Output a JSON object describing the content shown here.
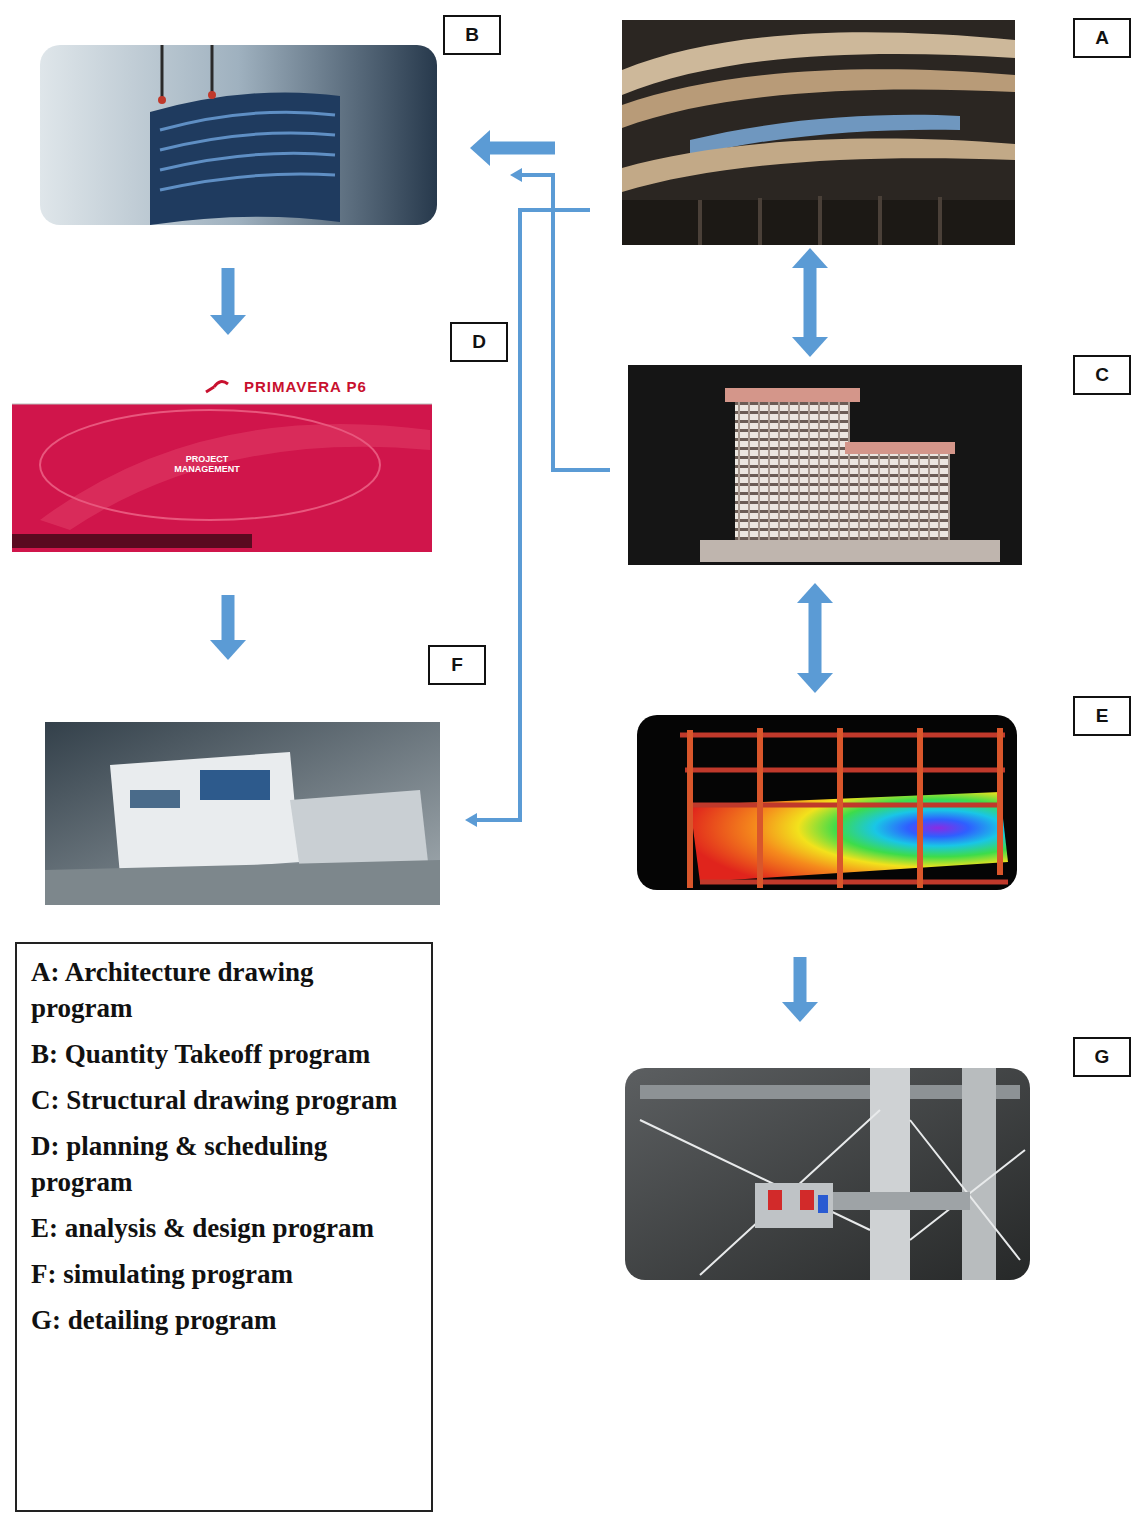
{
  "diagram": {
    "nodes": [
      {
        "text": [
          "B"
        ]
      },
      {
        "text": [
          "A"
        ]
      },
      {
        "text": [
          "D",
          "PRIMAVERA P6",
          "PROJECT MANAGEMENT"
        ]
      },
      {
        "text": [
          "C"
        ]
      },
      {
        "text": [
          "F"
        ]
      },
      {
        "text": [
          "E"
        ]
      },
      {
        "text": [
          "G"
        ]
      },
      {
        "text": [
          "A: Architecture drawing program",
          "B: Quantity Takeoff program",
          "C: Structural drawing program",
          "D: planning & scheduling program",
          "E: analysis & design program",
          "F: simulating program",
          "G: detailing program"
        ]
      }
    ],
    "edges": [
      {
        "from": 1,
        "to": 0,
        "arrow": "to"
      },
      {
        "from": 3,
        "to": 0,
        "arrow": "to"
      },
      {
        "from": 1,
        "to": 4,
        "arrow": "to"
      },
      {
        "from": 1,
        "to": 3,
        "arrow": "both"
      },
      {
        "from": 3,
        "to": 5,
        "arrow": "both"
      },
      {
        "from": 5,
        "to": 6,
        "arrow": "to"
      },
      {
        "from": 0,
        "to": 2,
        "arrow": "to"
      },
      {
        "from": 2,
        "to": 4,
        "arrow": "to"
      }
    ]
  }
}
